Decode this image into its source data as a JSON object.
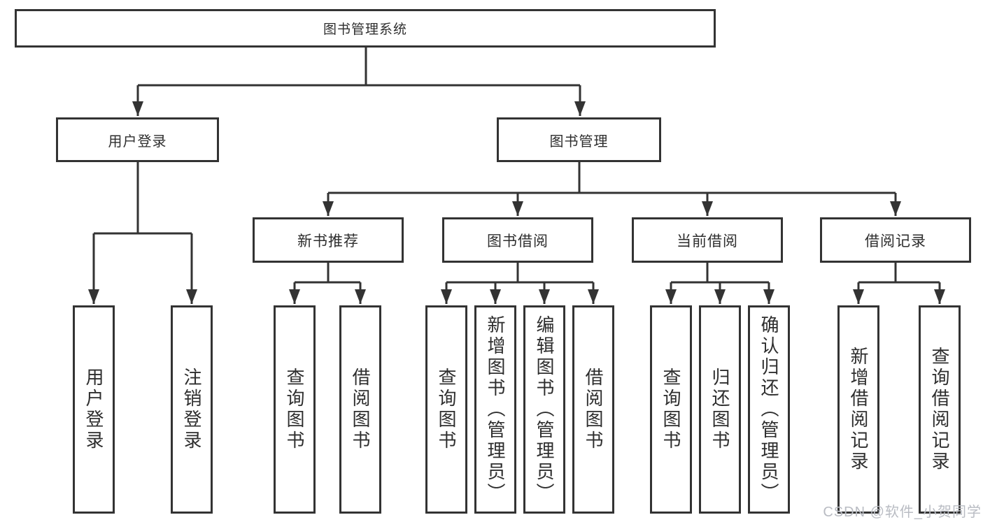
{
  "diagram": {
    "type": "hierarchy-tree",
    "root": {
      "id": "library-management-system",
      "label": "图书管理系统",
      "children": [
        "user-login",
        "book-management"
      ]
    },
    "level1": [
      {
        "id": "user-login",
        "label": "用户登录",
        "children": [
          "用户登录",
          "注销登录"
        ]
      },
      {
        "id": "book-management",
        "label": "图书管理",
        "children": [
          "新书推荐",
          "图书借阅",
          "当前借阅",
          "借阅记录"
        ]
      }
    ],
    "level2": [
      {
        "id": "new-book-recommend",
        "label": "新书推荐",
        "parent": "图书管理",
        "children": [
          "查询图书",
          "借阅图书"
        ]
      },
      {
        "id": "book-borrowing",
        "label": "图书借阅",
        "parent": "图书管理",
        "children": [
          "查询图书",
          "新增图书（管理员）",
          "编辑图书（管理员）",
          "借阅图书"
        ]
      },
      {
        "id": "current-borrowing",
        "label": "当前借阅",
        "parent": "图书管理",
        "children": [
          "查询图书",
          "归还图书",
          "确认归还（管理员）"
        ]
      },
      {
        "id": "borrowing-records",
        "label": "借阅记录",
        "parent": "图书管理",
        "children": [
          "新增借阅记录",
          "查询借阅记录"
        ]
      }
    ],
    "leaves": [
      {
        "id": "leaf-user-login",
        "label": "用户登录",
        "parent": "用户登录"
      },
      {
        "id": "leaf-logout",
        "label": "注销登录",
        "parent": "用户登录"
      },
      {
        "id": "leaf-query-book-1",
        "label": "查询图书",
        "parent": "新书推荐"
      },
      {
        "id": "leaf-borrow-book-1",
        "label": "借阅图书",
        "parent": "新书推荐"
      },
      {
        "id": "leaf-query-book-2",
        "label": "查询图书",
        "parent": "图书借阅"
      },
      {
        "id": "leaf-add-book",
        "label": "新增图书（管理员）",
        "parent": "图书借阅"
      },
      {
        "id": "leaf-edit-book",
        "label": "编辑图书（管理员）",
        "parent": "图书借阅"
      },
      {
        "id": "leaf-borrow-book-2",
        "label": "借阅图书",
        "parent": "图书借阅"
      },
      {
        "id": "leaf-query-book-3",
        "label": "查询图书",
        "parent": "当前借阅"
      },
      {
        "id": "leaf-return-book",
        "label": "归还图书",
        "parent": "当前借阅"
      },
      {
        "id": "leaf-confirm-return",
        "label": "确认归还（管理员）",
        "parent": "当前借阅"
      },
      {
        "id": "leaf-add-borrow-record",
        "label": "新增借阅记录",
        "parent": "借阅记录"
      },
      {
        "id": "leaf-query-borrow-record",
        "label": "查询借阅记录",
        "parent": "借阅记录"
      }
    ],
    "colors": {
      "line": "#333333",
      "box_border": "#333333",
      "text": "#2e2e2e",
      "background": "#ffffff"
    }
  },
  "watermark": {
    "text": "CSDN @软件_小贺同学",
    "color": "#b9bcc3"
  }
}
